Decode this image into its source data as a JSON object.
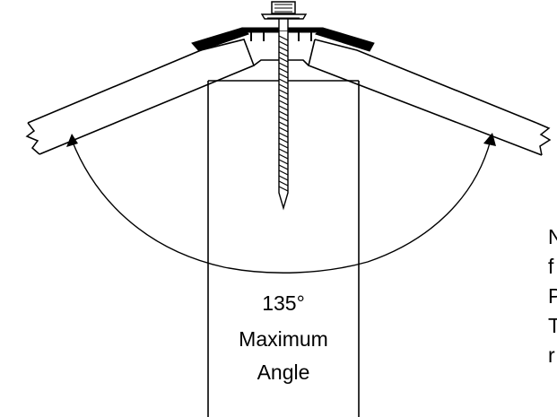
{
  "diagram": {
    "angle_value": "135°",
    "caption_line1": "Maximum",
    "caption_line2": "Angle",
    "side_note_letters": [
      "N",
      "f",
      "P",
      "T",
      "r"
    ],
    "colors": {
      "line": "#000000",
      "ridge_cap": "#000000",
      "background": "#ffffff"
    },
    "icons": [
      "screw-icon",
      "break-mark-icon",
      "arrowhead-icon"
    ]
  }
}
